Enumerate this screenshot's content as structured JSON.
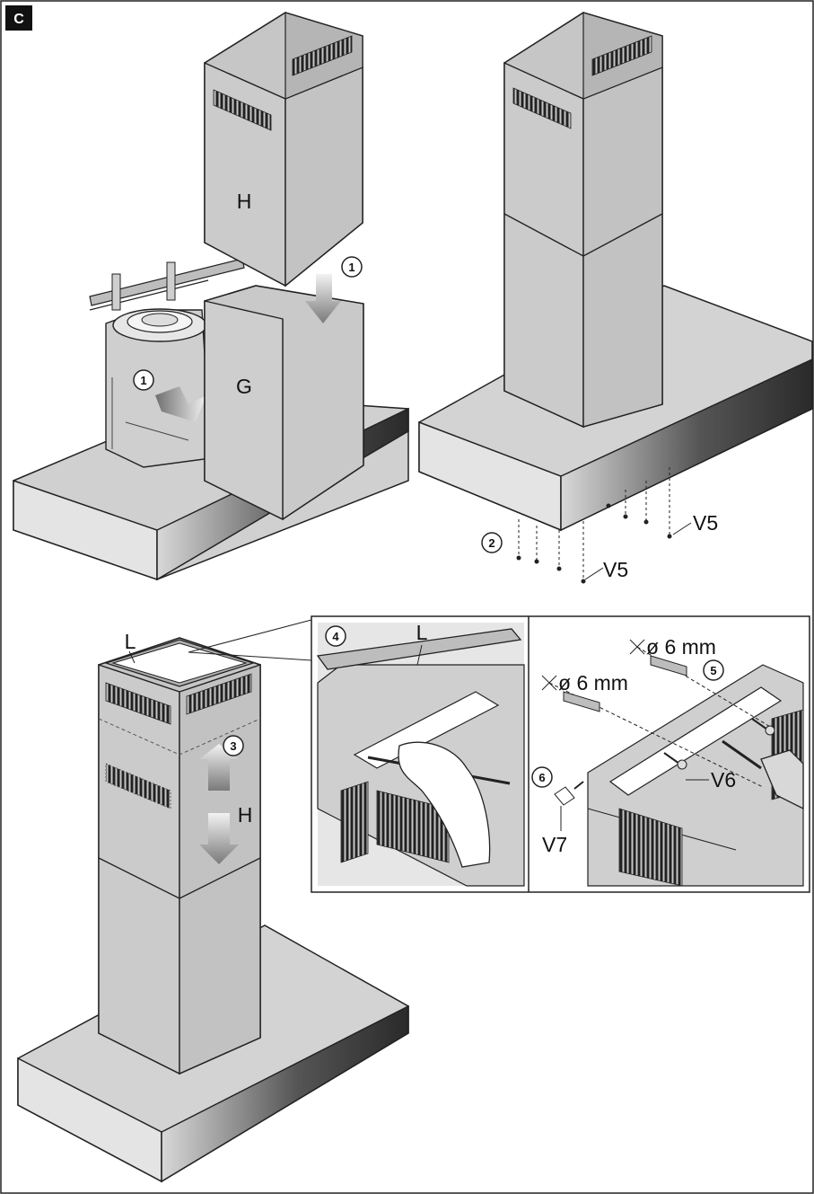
{
  "section_badge": "C",
  "labels": {
    "H": "H",
    "G": "G",
    "L": "L",
    "V5": "V5",
    "V6": "V6",
    "V7": "V7",
    "dia": "ø 6 mm"
  },
  "steps": [
    "1",
    "2",
    "3",
    "4",
    "5",
    "6"
  ],
  "colors": {
    "panel": "#c6c6c6",
    "panel_dark": "#a9a9a9",
    "panel_light": "#dcdcdc",
    "arrow": "#8a8a8a",
    "badge": "#111111"
  }
}
